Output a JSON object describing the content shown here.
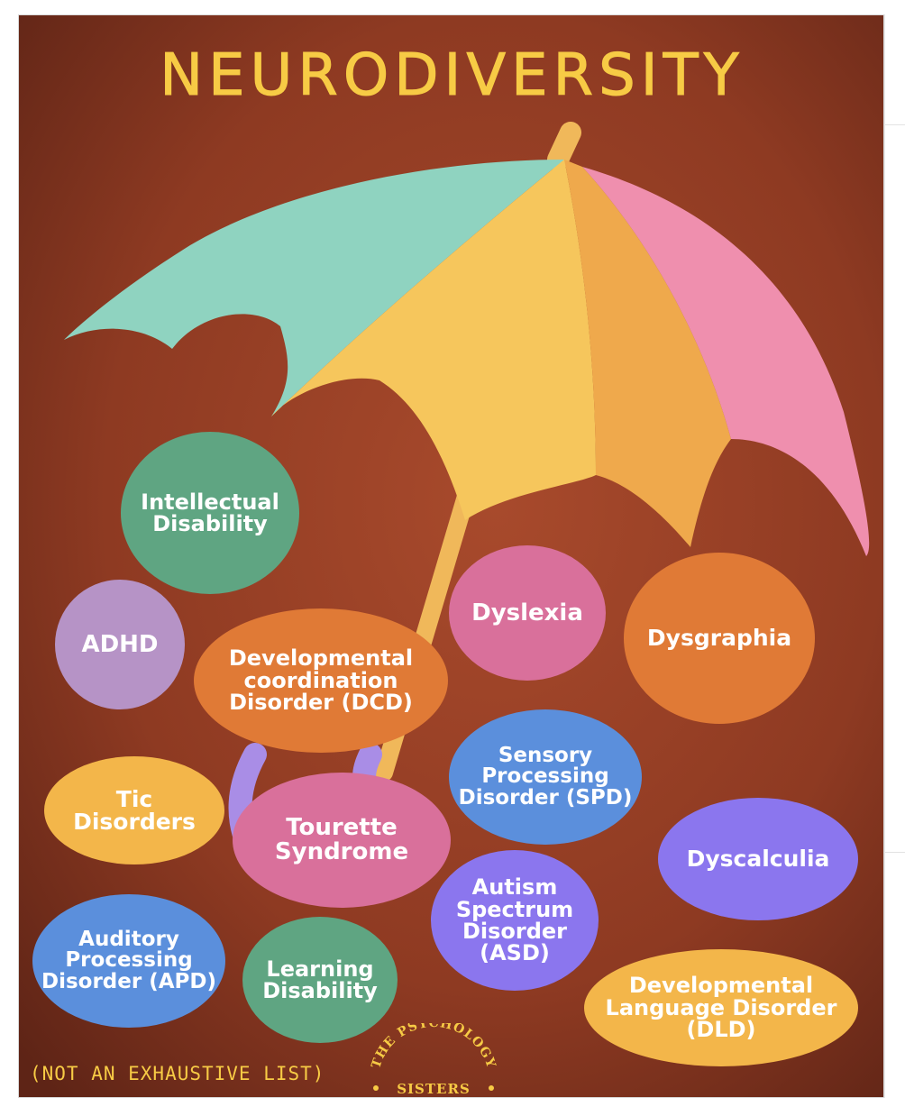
{
  "poster": {
    "title": "NEURODIVERSITY",
    "footnote": "(NOT AN EXHAUSTIVE LIST)",
    "logo": {
      "top_text": "THE PSYCHOLOGY",
      "bottom_text": "SISTERS"
    },
    "colors": {
      "background_top": "#6b2a1a",
      "background_bottom": "#7a2e1c",
      "title": "#f7cb45",
      "teal": "#8fd3c0",
      "yellow": "#f6c65c",
      "orange": "#efa94c",
      "pink": "#ef8fae",
      "handle": "#f0b85a"
    },
    "bubbles": [
      {
        "label": "Intellectual Disability",
        "color": "#5fa582"
      },
      {
        "label": "ADHD",
        "color": "#b693c6"
      },
      {
        "label": "Developmental coordination Disorder (DCD)",
        "color": "#e07a36"
      },
      {
        "label": "Dyslexia",
        "color": "#d9709b"
      },
      {
        "label": "Dysgraphia",
        "color": "#e07a36"
      },
      {
        "label": "Sensory Processing Disorder (SPD)",
        "color": "#5b8fdc"
      },
      {
        "label": "Tic Disorders",
        "color": "#f3b64a"
      },
      {
        "label": "Tourette Syndrome",
        "color": "#d9709b"
      },
      {
        "label": "Dyscalculia",
        "color": "#8b76ee"
      },
      {
        "label": "Autism Spectrum Disorder (ASD)",
        "color": "#8b76ee"
      },
      {
        "label": "Auditory Processing Disorder (APD)",
        "color": "#5b8fdc"
      },
      {
        "label": "Learning Disability",
        "color": "#5fa582"
      },
      {
        "label": "Developmental Language Disorder (DLD)",
        "color": "#f3b64a"
      }
    ]
  }
}
